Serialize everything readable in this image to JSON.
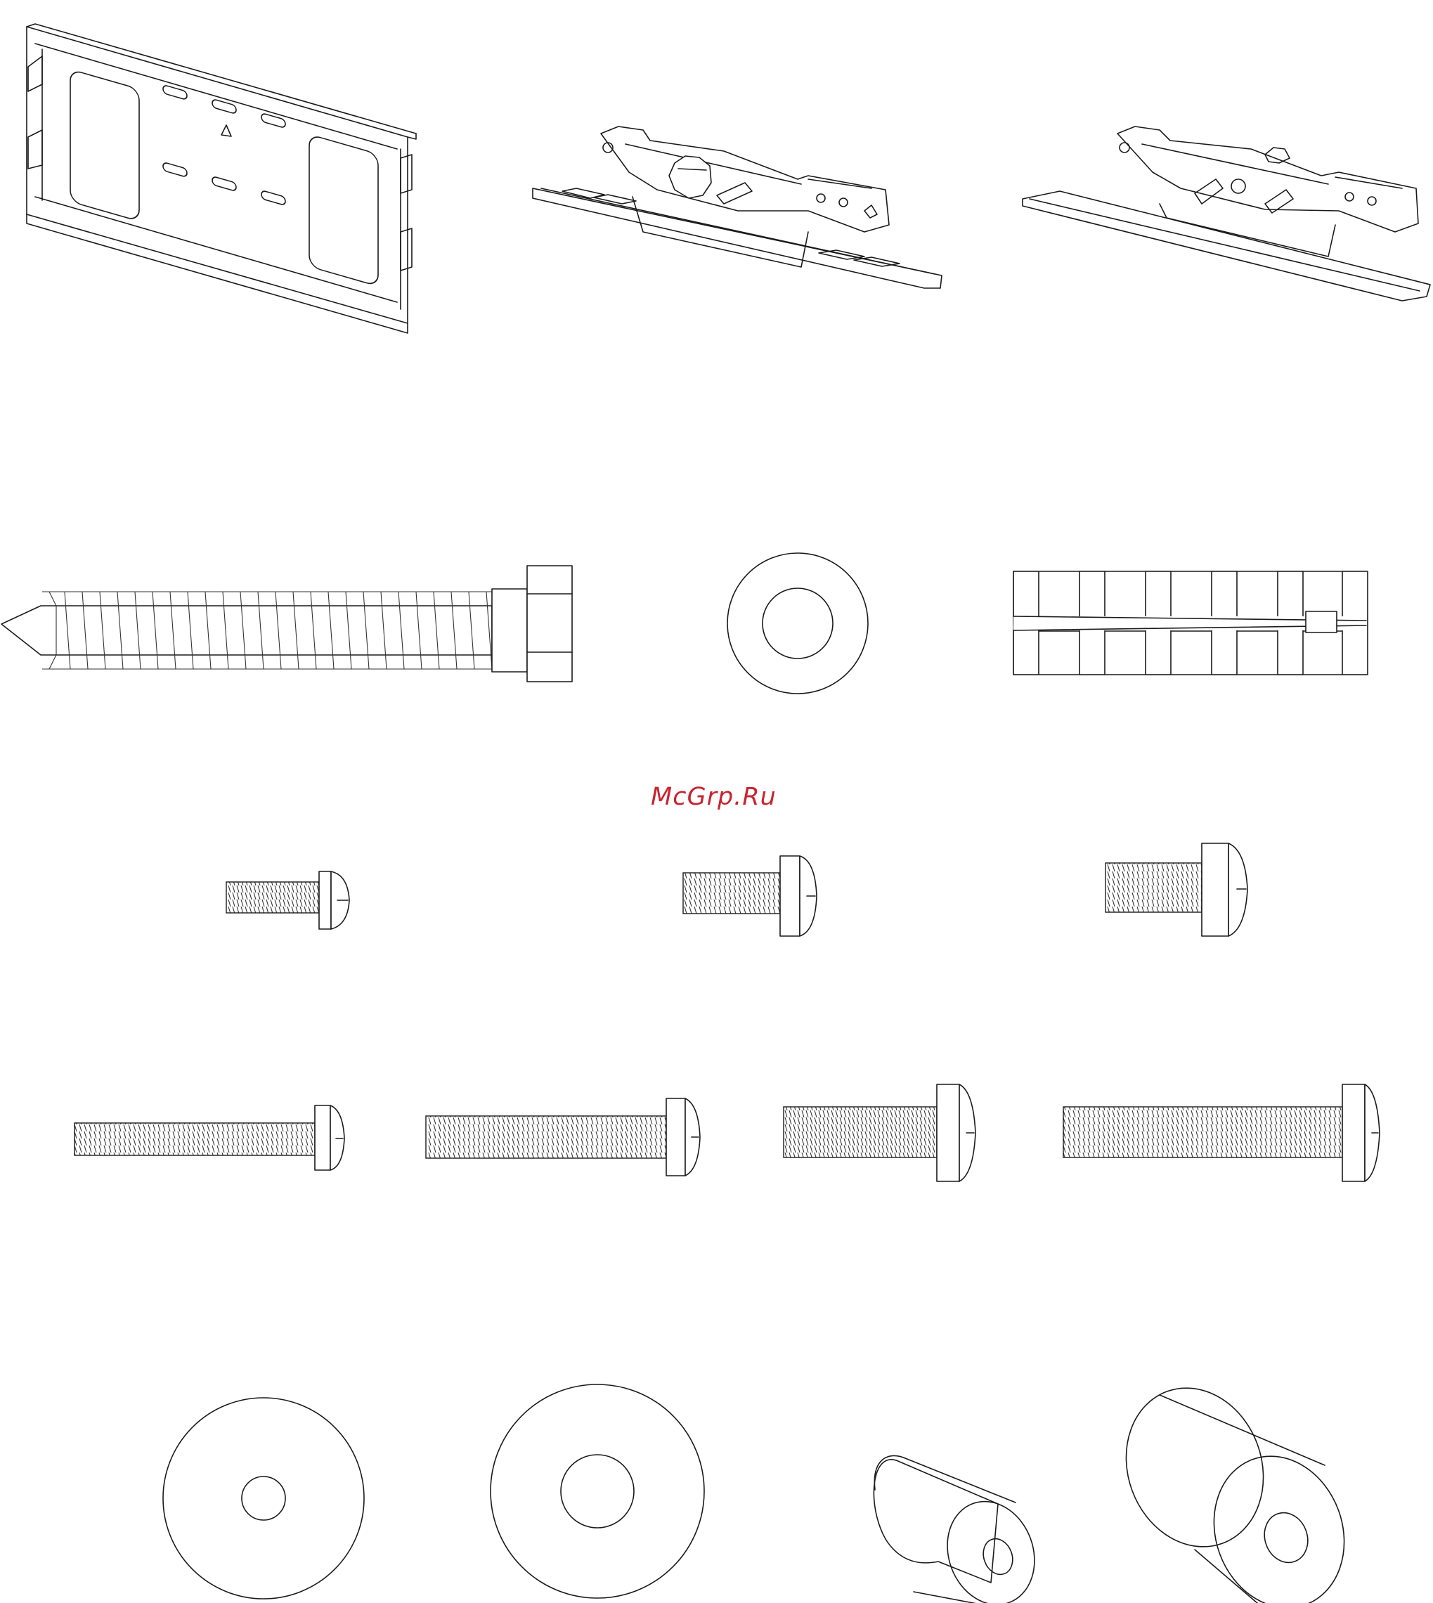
{
  "watermark": {
    "text": "McGrp.Ru",
    "color": "#c8242f"
  },
  "line_color": "#1a1a1a",
  "parts": [
    {
      "row": 1,
      "items": [
        "wall-plate",
        "tilt-bracket-with-knob",
        "tilt-bracket-flat"
      ]
    },
    {
      "row": 2,
      "items": [
        "lag-bolt",
        "washer",
        "wall-anchor"
      ]
    },
    {
      "row": 3,
      "items": [
        "short-screw-small",
        "short-screw-medium",
        "short-screw-large"
      ]
    },
    {
      "row": 4,
      "items": [
        "long-screw-1",
        "long-screw-2",
        "long-screw-3",
        "long-screw-4"
      ]
    },
    {
      "row": 5,
      "items": [
        "washer-small-hole",
        "washer-large-hole",
        "spacer-short",
        "spacer-long"
      ]
    }
  ]
}
